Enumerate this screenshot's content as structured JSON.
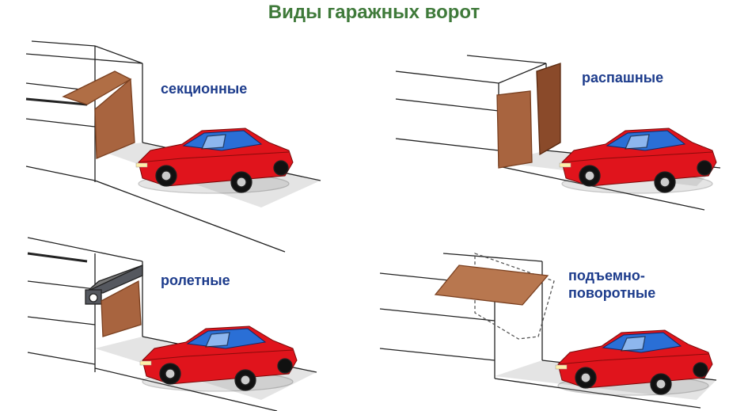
{
  "title": "Виды гаражных ворот",
  "types": [
    {
      "label": "секционные"
    },
    {
      "label": "распашные"
    },
    {
      "label": "ролетные"
    },
    {
      "label_line1": "подъемно-",
      "label_line2": "поворотные"
    }
  ],
  "colors": {
    "title": "#3f7a3a",
    "label": "#1d3c8c",
    "door": "#a8643f",
    "car": "#e0141c",
    "roll_box": "#55585f"
  }
}
